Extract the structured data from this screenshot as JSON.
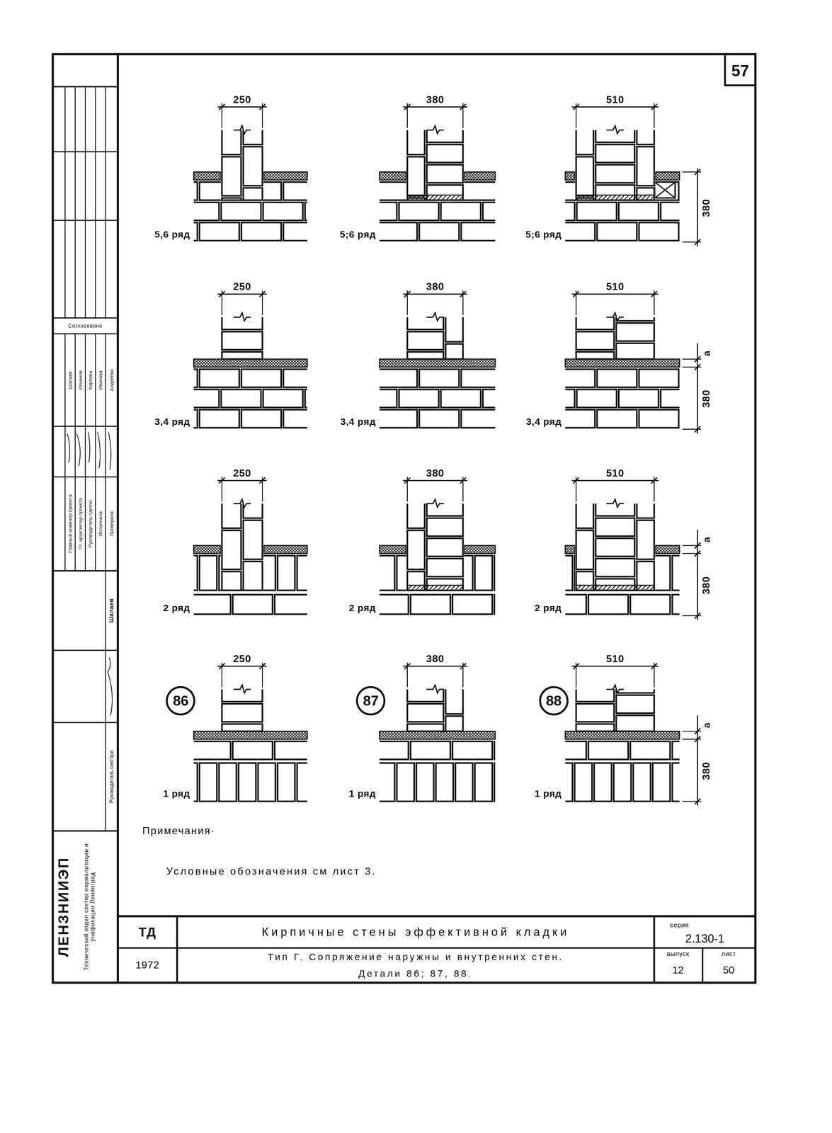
{
  "diagram": {
    "nodes": [
      {
        "text": [
          "86"
        ]
      },
      {
        "text": [
          "87"
        ]
      },
      {
        "text": [
          "88"
        ]
      }
    ],
    "labels": [
      "57",
      "250",
      "380",
      "510",
      "380",
      "5,6 ряд",
      "5;6 ряд",
      "5;6 ряд",
      "250",
      "380",
      "510",
      "а",
      "380",
      "3,4 ряд",
      "3,4 ряд",
      "3,4 ряд",
      "250",
      "380",
      "510",
      "а",
      "380",
      "2 ряд",
      "2 ряд",
      "2 ряд",
      "250",
      "380",
      "510",
      "а",
      "380",
      "1 ряд",
      "1 ряд",
      "1 ряд",
      "Примечания·",
      "Условные обозначения см лист 3.",
      "ТД",
      "1972",
      "Кирпичные стены эффективной кладки",
      "Тип Г. Сопряжение наружны и внутренних стен.",
      "Детали 86; 87, 88.",
      "серия",
      "2.130-1",
      "выпуск",
      "лист",
      "12",
      "50",
      "ЛЕНЗНИИЭП",
      "Технический отдел сектор нормализации и унификации Ленинград",
      "Руководитель сектора",
      "Шалаев",
      "Согласовано",
      "Главный инженер проекта",
      "Гл. архитектор проекта",
      "Руководитель группы",
      "Исполнила",
      "Проверила",
      "Шалаев",
      "Ильинов",
      "Карпова",
      "Иванова",
      "Андреева"
    ]
  }
}
